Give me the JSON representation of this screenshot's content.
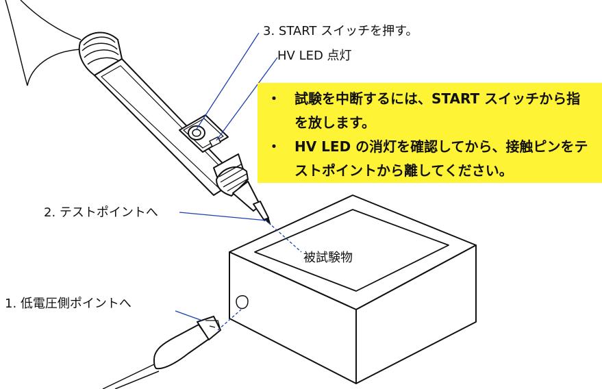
{
  "labels": {
    "step3_line1": "3. START スイッチを押す。",
    "step3_line2": "HV LED 点灯",
    "step2": "2. テストポイントへ",
    "step1": "1. 低電圧側ポイントへ",
    "dut": "被試験物"
  },
  "note": {
    "bullet": "・",
    "items": [
      "試験を中断するには、START スイッチから指を放します。",
      "HV LED の消灯を確認してから、接触ピンをテストポイントから離してください。"
    ]
  },
  "colors": {
    "note_background": "#fff335",
    "leader_line": "#1a3fb0",
    "outline": "#111111"
  }
}
